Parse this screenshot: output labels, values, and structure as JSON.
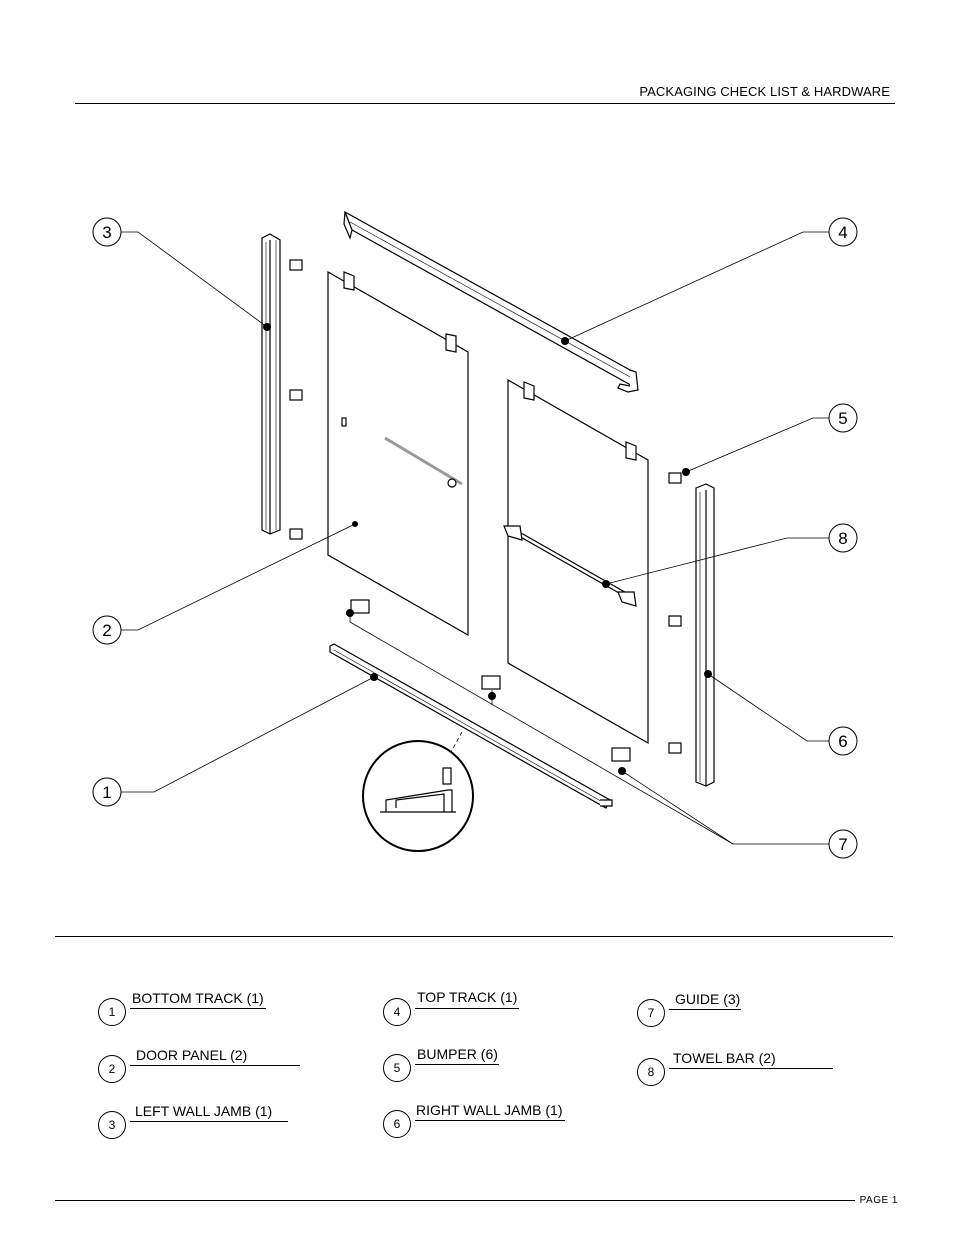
{
  "header": {
    "title": "PACKAGING CHECK LIST & HARDWARE"
  },
  "diagram": {
    "callouts": [
      {
        "num": "1"
      },
      {
        "num": "2"
      },
      {
        "num": "3"
      },
      {
        "num": "4"
      },
      {
        "num": "5"
      },
      {
        "num": "6"
      },
      {
        "num": "7"
      },
      {
        "num": "8"
      }
    ]
  },
  "legend": {
    "items": [
      {
        "num": "1",
        "label": "BOTTOM TRACK (1)"
      },
      {
        "num": "2",
        "label": "DOOR PANEL  (2)"
      },
      {
        "num": "3",
        "label": "LEFT WALL JAMB (1)"
      },
      {
        "num": "4",
        "label": "TOP TRACK (1)"
      },
      {
        "num": "5",
        "label": "BUMPER (6)"
      },
      {
        "num": "6",
        "label": "RIGHT WALL JAMB (1)"
      },
      {
        "num": "7",
        "label": "GUIDE (3)"
      },
      {
        "num": "8",
        "label": "TOWEL BAR (2)"
      }
    ]
  },
  "footer": {
    "page_label": "PAGE 1"
  }
}
